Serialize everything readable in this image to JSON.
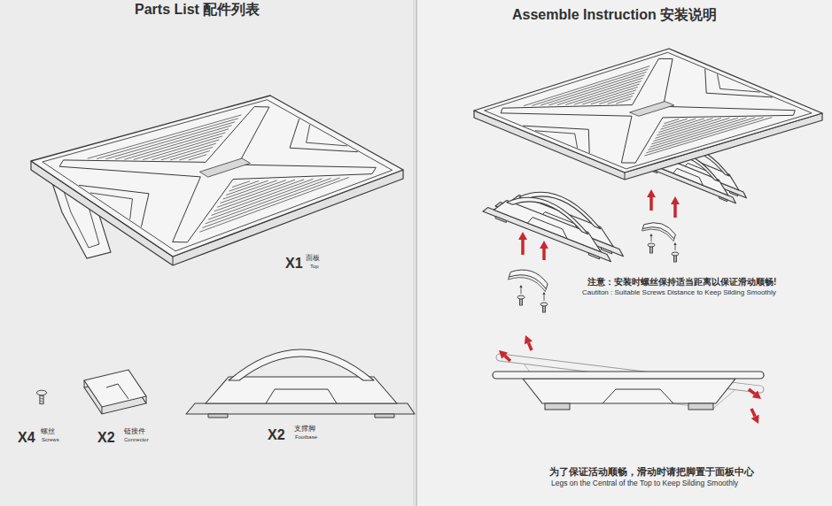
{
  "diagram": {
    "labels": [
      "Parts List 配件列表",
      "X1",
      "面板",
      "Top",
      "X4",
      "螺丝",
      "Screws",
      "X2",
      "链接件",
      "Connector",
      "X2",
      "支撑脚",
      "Footbase",
      "Assemble Instruction 安装说明",
      "注意：安装时螺丝保持适当距离以保证滑动顺畅!",
      "Cautiton : Suitable Screws Distance to Keep Silding Smoothly",
      "为了保证活动顺畅，滑动时请把脚置于面板中心",
      "Legs on the Central of the Top to Keep Silding Smoothly"
    ]
  }
}
